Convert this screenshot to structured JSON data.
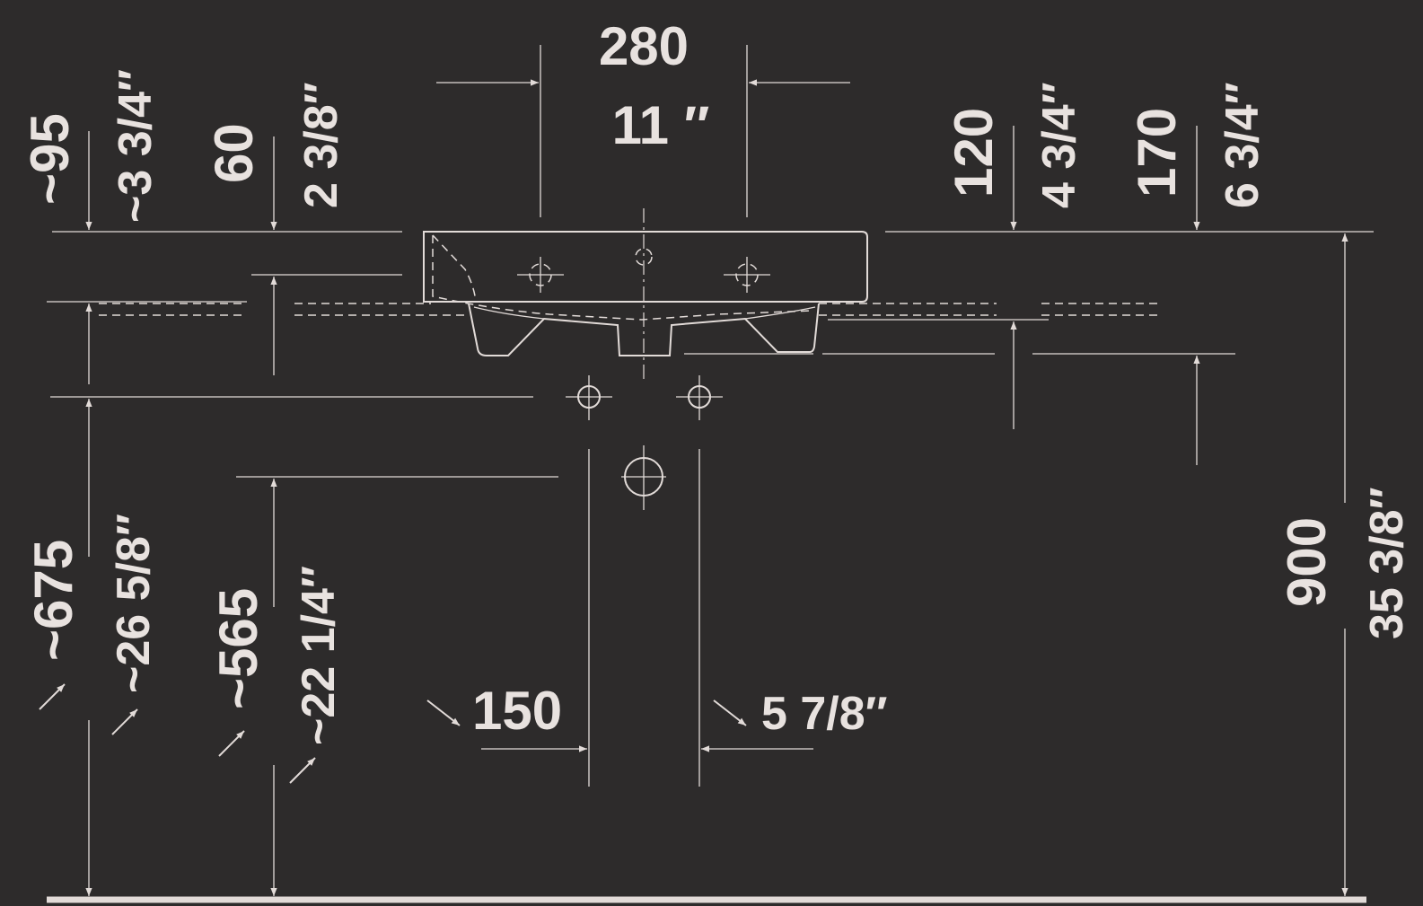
{
  "colors": {
    "background": "#2d2b2b",
    "line": "#e2dbd8"
  },
  "dimensions": {
    "tap_spacing_mm": "280",
    "tap_spacing_in": "11 ″",
    "rim_depth_mm": "~95",
    "rim_depth_in": "~3 3/4″",
    "overflow_mm": "60",
    "overflow_in": "2 3/8″",
    "basin_depth_mm": "120",
    "basin_depth_in": "4 3/4″",
    "bowl_depth_mm": "170",
    "bowl_depth_in": "6 3/4″",
    "supply_height_mm": "~675",
    "supply_height_in": "~26 5/8″",
    "waste_height_mm": "~565",
    "waste_height_in": "~22 1/4″",
    "supply_spacing_mm": "150",
    "supply_spacing_in": "5 7/8″",
    "rim_height_mm": "900",
    "rim_height_in": "35 3/8″"
  }
}
